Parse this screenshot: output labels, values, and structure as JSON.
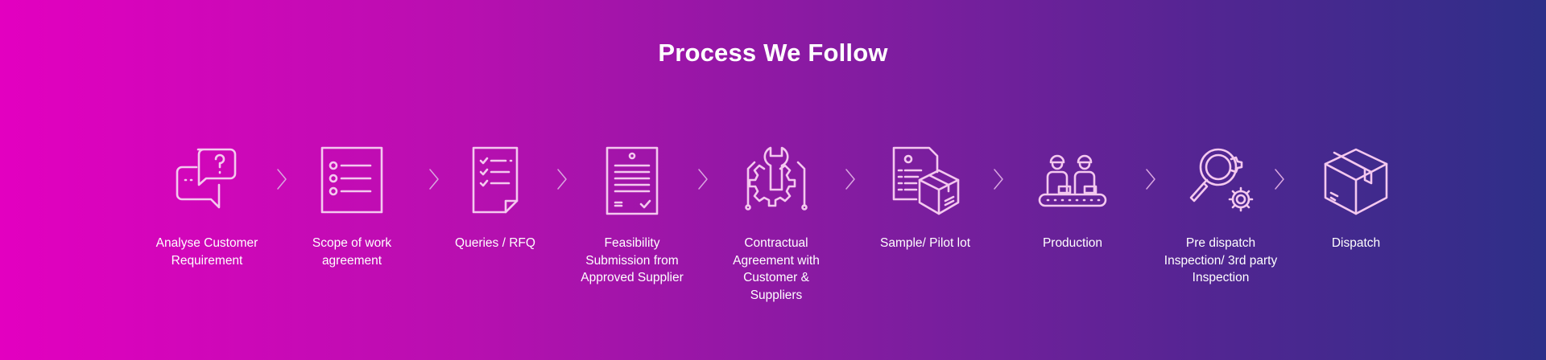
{
  "title": "Process We Follow",
  "steps": [
    {
      "label": "Analyse Customer Requirement",
      "icon": "chat-bubbles-question-icon"
    },
    {
      "label": "Scope of work agreement",
      "icon": "checklist-document-icon"
    },
    {
      "label": "Queries / RFQ",
      "icon": "check-list-page-icon"
    },
    {
      "label": "Feasibility Submission from Approved Supplier",
      "icon": "approved-document-icon"
    },
    {
      "label": "Contractual Agreement with Customer & Suppliers",
      "icon": "wrench-gear-icon"
    },
    {
      "label": "Sample/ Pilot lot",
      "icon": "document-box-icon"
    },
    {
      "label": "Production",
      "icon": "workers-conveyor-icon"
    },
    {
      "label": "Pre dispatch Inspection/ 3rd party Inspection",
      "icon": "magnifier-gears-icon"
    },
    {
      "label": "Dispatch",
      "icon": "package-box-icon"
    }
  ],
  "colors": {
    "gradient_start": "#e300c0",
    "gradient_end": "#2e2f88",
    "icon_stroke": "#f4c8ef"
  }
}
